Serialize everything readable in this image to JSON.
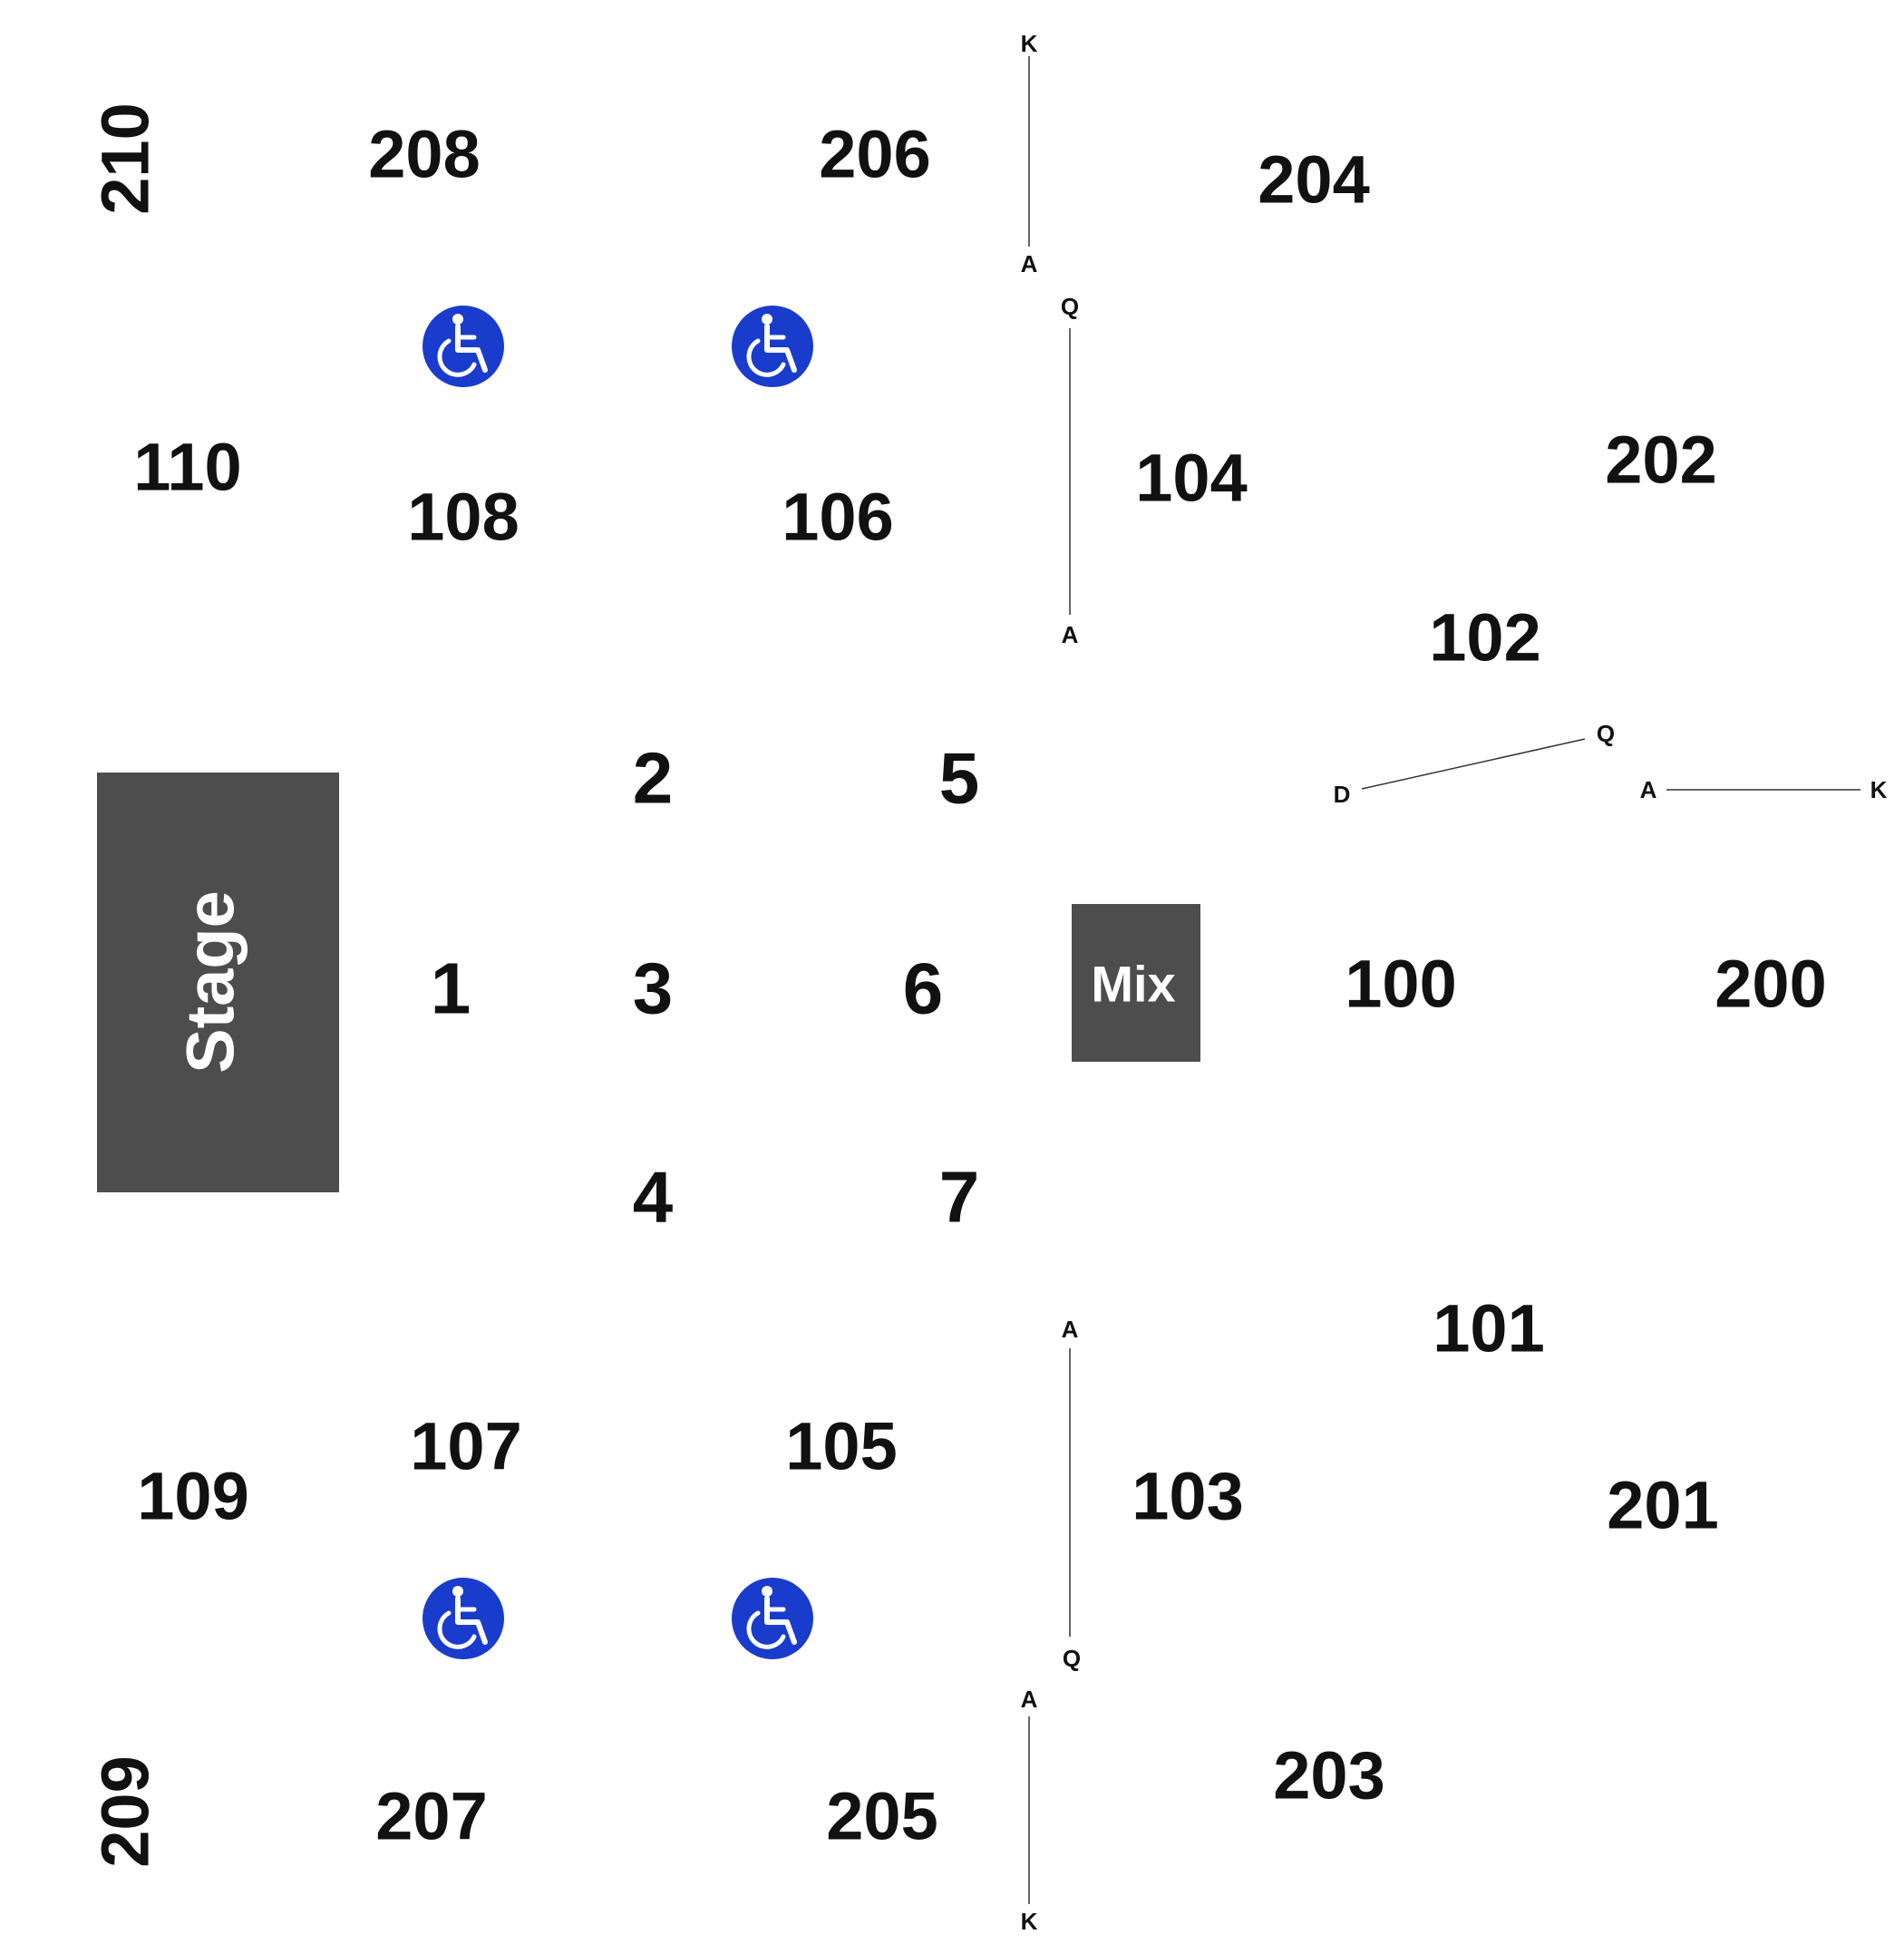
{
  "stage": {
    "label": "Stage",
    "color": "#4d4d4d"
  },
  "mix": {
    "label": "Mix",
    "color": "#4d4d4d"
  },
  "accessible": {
    "icon": "wheelchair-icon",
    "color": "#1a3ccc"
  },
  "sections": {
    "s210": "210",
    "s208": "208",
    "s206": "206",
    "s204": "204",
    "s110": "110",
    "s108": "108",
    "s106": "106",
    "s104": "104",
    "s202": "202",
    "s102": "102",
    "s2": "2",
    "s5": "5",
    "s1": "1",
    "s3": "3",
    "s6": "6",
    "s100": "100",
    "s200": "200",
    "s4": "4",
    "s7": "7",
    "s101": "101",
    "s107": "107",
    "s105": "105",
    "s103": "103",
    "s109": "109",
    "s201": "201",
    "s209": "209",
    "s207": "207",
    "s205": "205",
    "s203": "203"
  },
  "rows": {
    "top206_start": "K",
    "top206_end": "A",
    "s104_start": "Q",
    "s104_end": "A",
    "s102_start": "D",
    "s102_end": "Q",
    "s200_start": "A",
    "s200_end": "K",
    "s103_start": "A",
    "s103_end": "Q",
    "bot205_start": "A",
    "bot205_end": "K"
  }
}
